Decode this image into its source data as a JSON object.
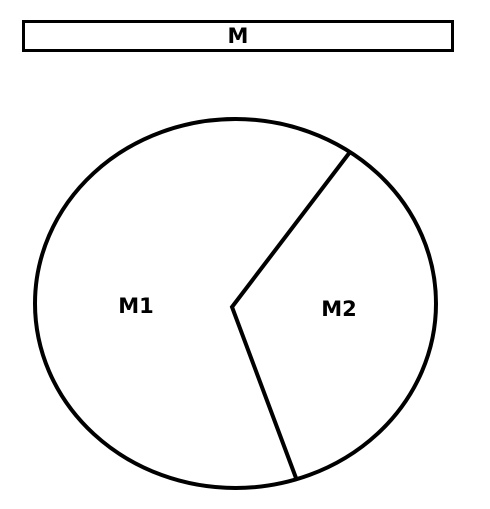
{
  "bar": {
    "label": "M"
  },
  "diagram": {
    "sectors": [
      {
        "label": "M1"
      },
      {
        "label": "M2"
      }
    ]
  }
}
